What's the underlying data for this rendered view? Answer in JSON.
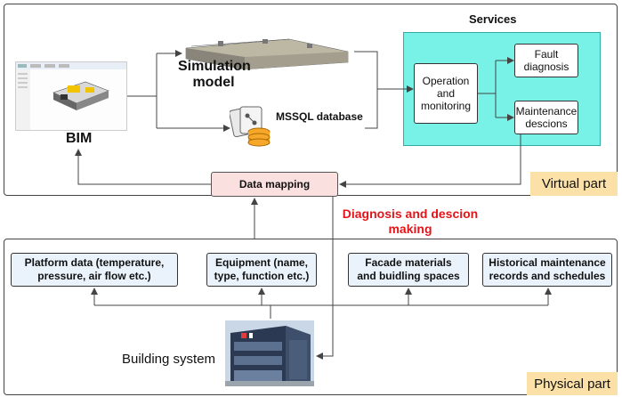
{
  "virtual": {
    "services_title": "Services",
    "operation": "Operation and monitoring",
    "fault": "Fault diagnosis",
    "maintenance": "Maintenance descions",
    "simulation": "Simulation model",
    "database": "MSSQL database",
    "bim": "BIM",
    "data_mapping": "Data mapping",
    "part_tag": "Virtual part"
  },
  "decision_label": "Diagnosis and descion making",
  "physical": {
    "platform": "Platform data (temperature, pressure, air flow etc.)",
    "equipment": "Equipment (name, type, function etc.)",
    "facade": "Facade materials and buidling spaces",
    "historical": "Historical maintenance records and schedules",
    "building_system": "Building system",
    "part_tag": "Physical part"
  },
  "colors": {
    "services_bg": "#78f2e6",
    "data_mapping_bg": "#fbe0e0",
    "decision_text": "#e3151a",
    "part_tag_bg": "#fbe1a8",
    "physical_box_bg": "#eaf3fc"
  }
}
